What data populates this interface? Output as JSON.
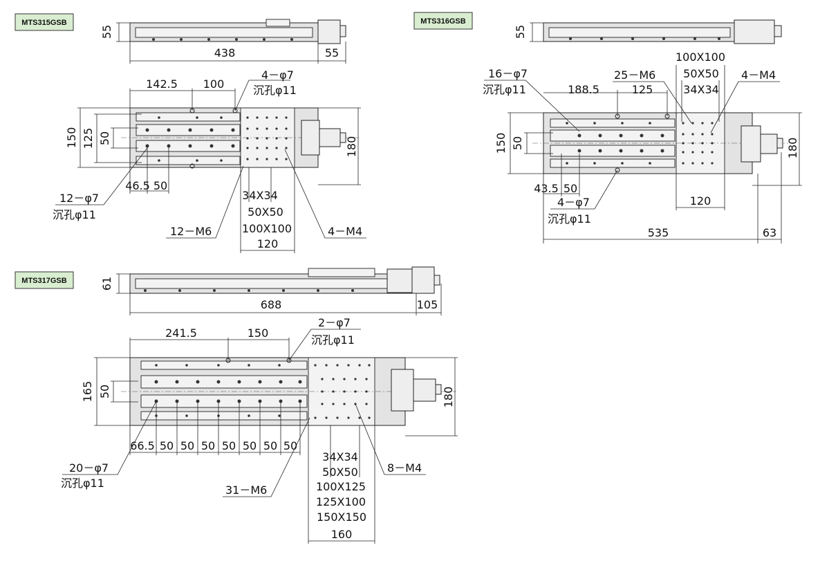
{
  "models": [
    {
      "id": "mts315",
      "badge": "MTS315GSB",
      "side": {
        "height": "55",
        "length": "438",
        "motor": "55"
      },
      "top": {
        "d1425": "142.5",
        "d100": "100",
        "cb_count": "4－φ7",
        "cb_label": "沉孔φ11",
        "h150": "150",
        "h125": "125",
        "h50": "50",
        "h180": "180",
        "d465": "46.5",
        "d50": "50",
        "holes_count": "12－φ7",
        "holes_label": "沉孔φ11",
        "m6": "12－M6",
        "m4": "4－M4",
        "g1": "34X34",
        "g2": "50X50",
        "g3": "100X100",
        "w120": "120"
      }
    },
    {
      "id": "mts316",
      "badge": "MTS316GSB",
      "side": {
        "height": "55"
      },
      "top": {
        "g3": "100X100",
        "g2": "50X50",
        "g1": "34X34",
        "holes_count": "16－φ7",
        "holes_label": "沉孔φ11",
        "m6": "25－M6",
        "m4": "4－M4",
        "d1885": "188.5",
        "d125": "125",
        "h150": "150",
        "h50": "50",
        "h180": "180",
        "d435": "43.5",
        "d50": "50",
        "cb_count": "4－φ7",
        "cb_label": "沉孔φ11",
        "w120": "120",
        "length": "535",
        "motor": "63"
      }
    },
    {
      "id": "mts317",
      "badge": "MTS317GSB",
      "side": {
        "height": "61",
        "length": "688",
        "motor": "105"
      },
      "top": {
        "d2415": "241.5",
        "d150": "150",
        "cb_count": "2－φ7",
        "cb_label": "沉孔φ11",
        "h165": "165",
        "h50": "50",
        "h180": "180",
        "pitch": [
          "66.5",
          "50",
          "50",
          "50",
          "50",
          "50",
          "50",
          "50",
          "50"
        ],
        "holes_count": "20－φ7",
        "holes_label": "沉孔φ11",
        "m6": "31－M6",
        "m4": "8－M4",
        "g1": "34X34",
        "g2": "50X50",
        "g3": "100X125",
        "g4": "125X100",
        "g5": "150X150",
        "w160": "160"
      }
    }
  ]
}
